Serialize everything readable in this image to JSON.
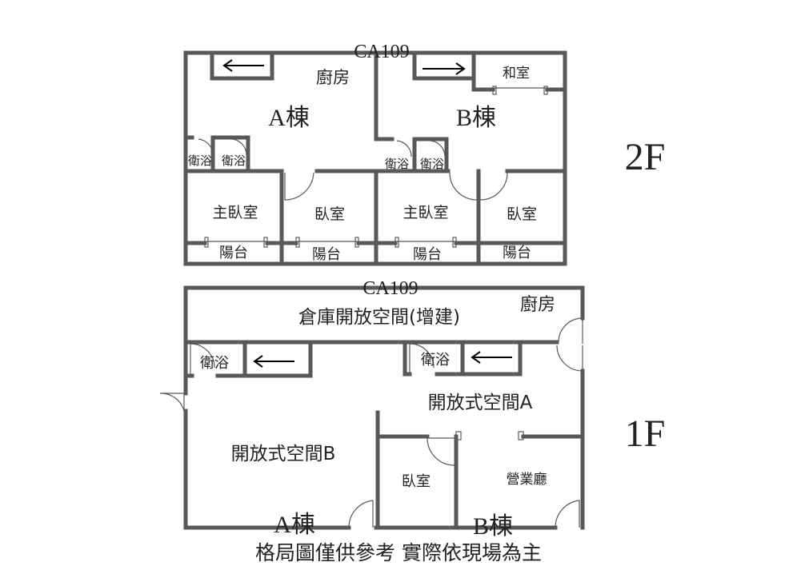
{
  "floor2": {
    "code": "CA109",
    "floor_label": "2F",
    "kitchen": "廚房",
    "japanese_room": "和室",
    "building_a": "A棟",
    "building_b": "B棟",
    "bath": "衛浴",
    "master_bedroom": "主臥室",
    "bedroom": "臥室",
    "balcony": "陽台"
  },
  "floor1": {
    "code": "CA109",
    "floor_label": "1F",
    "warehouse": "倉庫開放空間(增建)",
    "kitchen": "廚房",
    "bath": "衛浴",
    "open_space_a": "開放式空間A",
    "open_space_b": "開放式空間B",
    "bedroom": "臥室",
    "business_hall": "營業廳",
    "building_a": "A棟",
    "building_b": "B棟"
  },
  "disclaimer": "格局圖僅供參考 實際依現場為主"
}
